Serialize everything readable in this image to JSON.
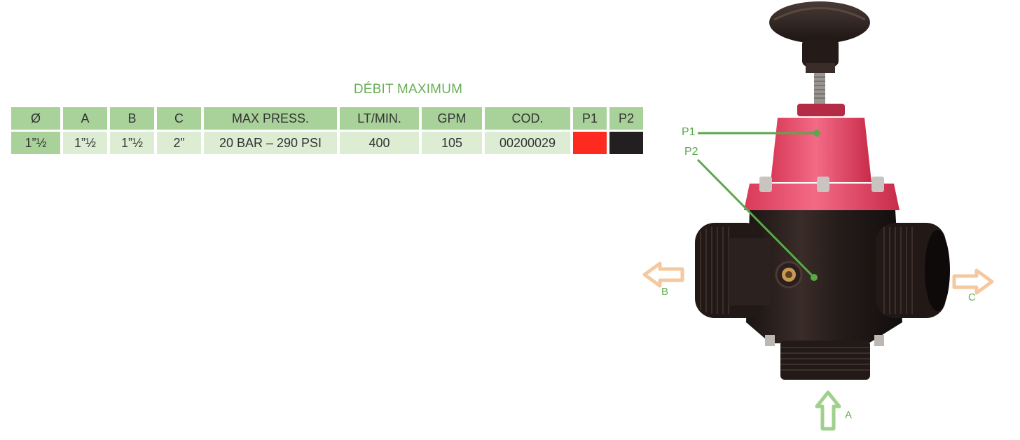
{
  "flow_title": "DÉBIT MAXIMUM",
  "table": {
    "headers": [
      "Ø",
      "A",
      "B",
      "C",
      "MAX PRESS.",
      "LT/MIN.",
      "GPM",
      "COD.",
      "P1",
      "P2"
    ],
    "row": [
      "1”½",
      "1”½",
      "1”½",
      "2”",
      "20 BAR – 290 PSI",
      "400",
      "105",
      "00200029"
    ],
    "p1_color": "#ff2a1f",
    "p2_color": "#231f20"
  },
  "figure": {
    "callout_p1": "P1",
    "callout_p2": "P2",
    "port_b": "B",
    "port_c": "C",
    "port_a": "A",
    "accent_color": "#5aa84a",
    "arrow_color": "#f5c9a0",
    "cap_color": "#ee4b6a"
  }
}
